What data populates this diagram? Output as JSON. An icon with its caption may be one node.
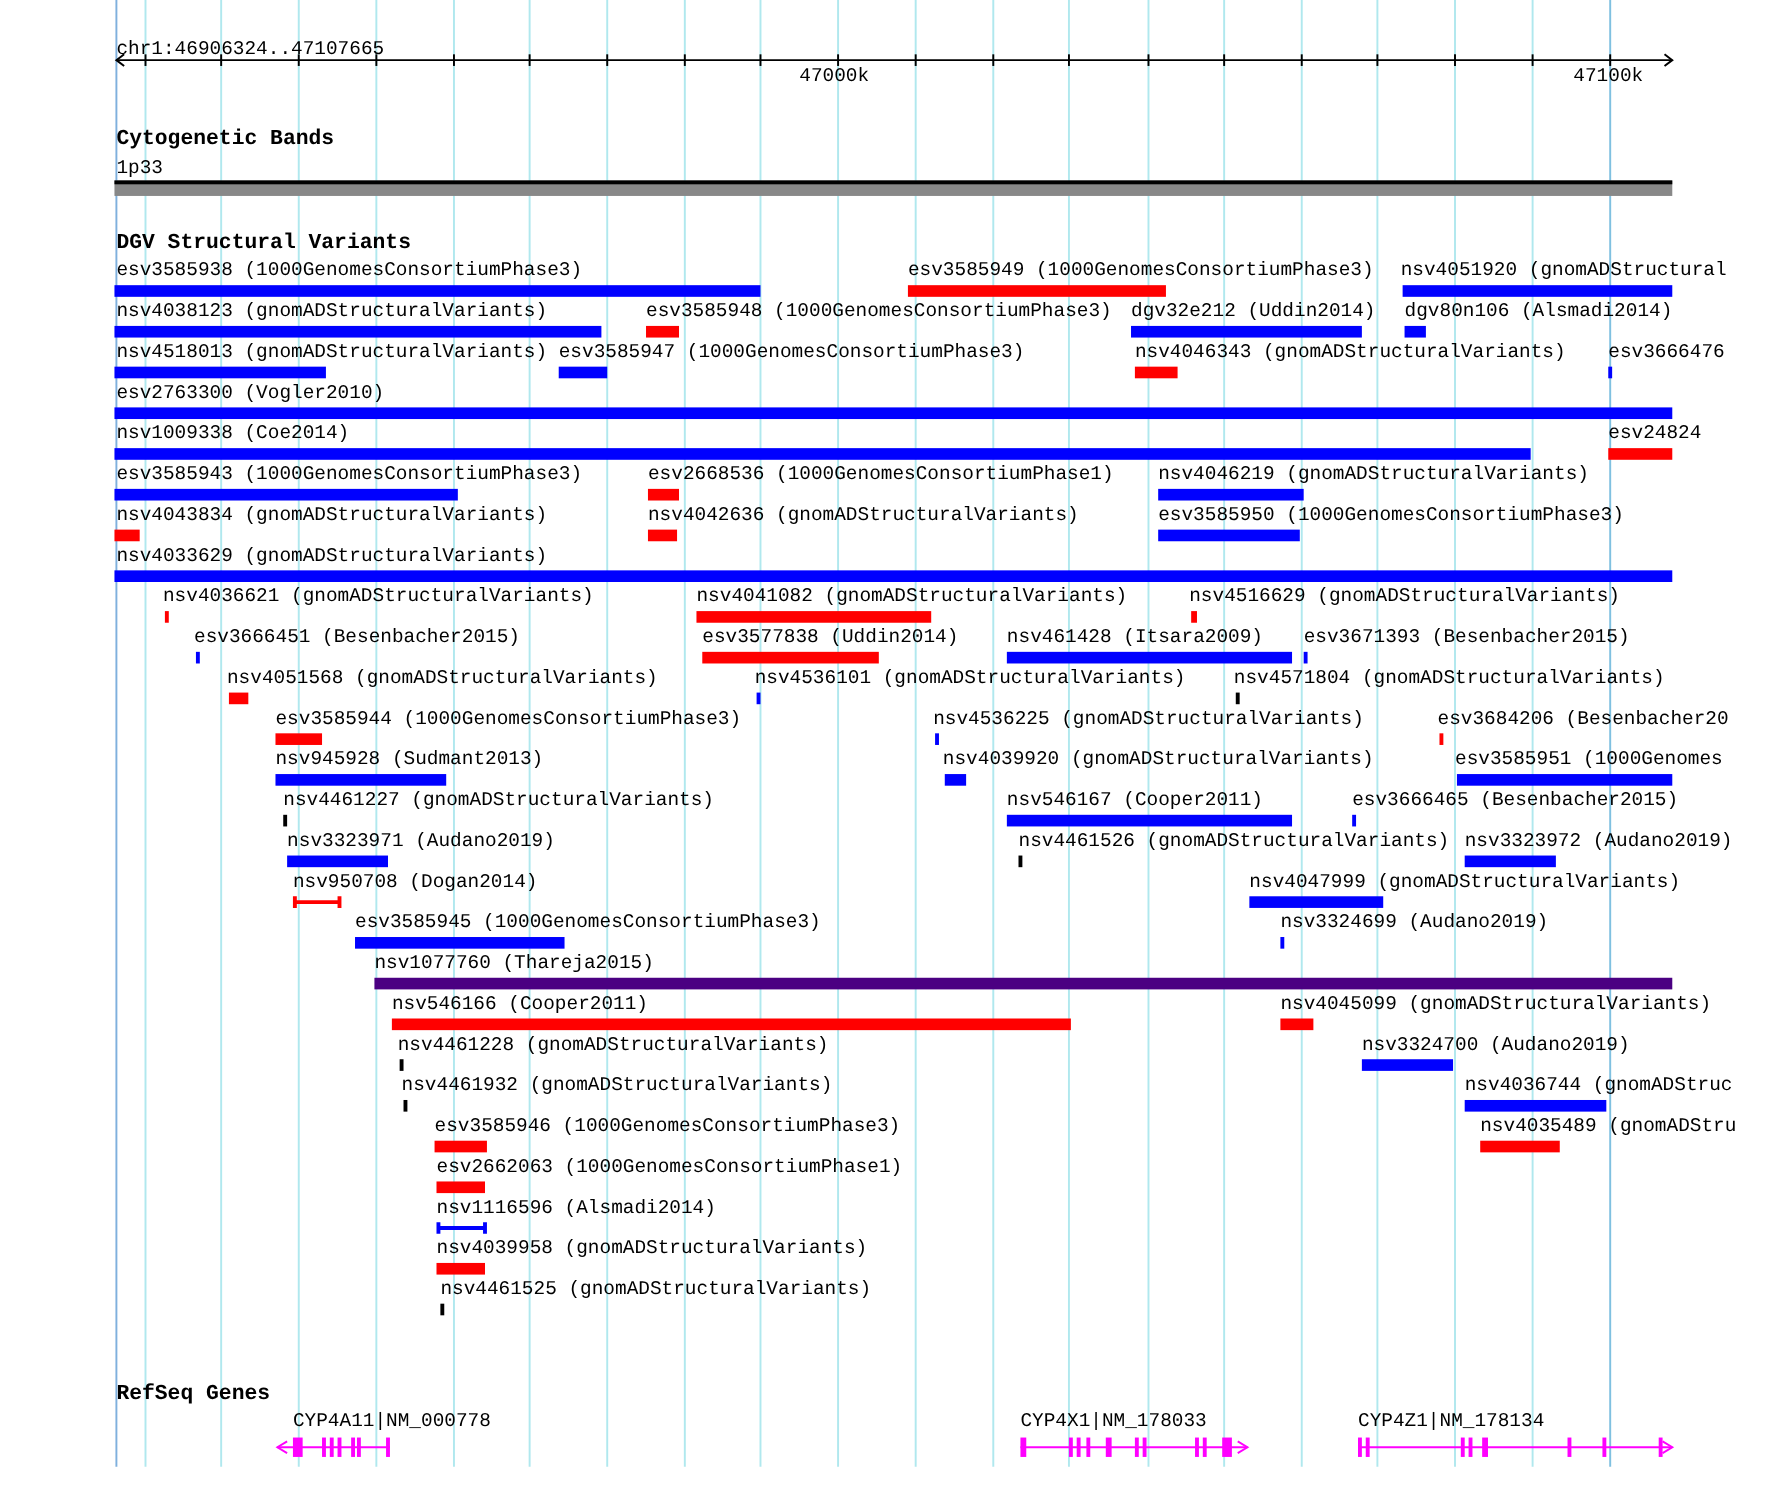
{
  "diagram": {
    "nodes": [
      {
        "text": [
          "1p33"
        ]
      },
      {
        "text": [
          "esv3585938 (1000GenomesConsortiumPhase3)"
        ]
      },
      {
        "text": [
          "esv3585949 (1000GenomesConsortiumPhase3)"
        ]
      },
      {
        "text": [
          "nsv4051920 (gnomADStructural"
        ]
      },
      {
        "text": [
          "nsv4038123 (gnomADStructuralVariants)"
        ]
      },
      {
        "text": [
          "esv3585948 (1000GenomesConsortiumPhase3)"
        ]
      },
      {
        "text": [
          "dgv32e212 (Uddin2014)"
        ]
      },
      {
        "text": [
          "dgv80n106 (Alsmadi2014)"
        ]
      },
      {
        "text": [
          "nsv4518013 (gnomADStructuralVariants)"
        ]
      },
      {
        "text": [
          "esv3585947 (1000GenomesConsortiumPhase3)"
        ]
      },
      {
        "text": [
          "nsv4046343 (gnomADStructuralVariants)"
        ]
      },
      {
        "text": [
          "esv3666476"
        ]
      },
      {
        "text": [
          "esv2763300 (Vogler2010)"
        ]
      },
      {
        "text": [
          "nsv1009338 (Coe2014)"
        ]
      },
      {
        "text": [
          "esv24824"
        ]
      },
      {
        "text": [
          "esv3585943 (1000GenomesConsortiumPhase3)"
        ]
      },
      {
        "text": [
          "esv2668536 (1000GenomesConsortiumPhase1)"
        ]
      },
      {
        "text": [
          "nsv4046219 (gnomADStructuralVariants)"
        ]
      },
      {
        "text": [
          "nsv4043834 (gnomADStructuralVariants)"
        ]
      },
      {
        "text": [
          "nsv4042636 (gnomADStructuralVariants)"
        ]
      },
      {
        "text": [
          "esv3585950 (1000GenomesConsortiumPhase3)"
        ]
      },
      {
        "text": [
          "nsv4033629 (gnomADStructuralVariants)"
        ]
      },
      {
        "text": [
          "nsv4036621 (gnomADStructuralVariants)"
        ]
      },
      {
        "text": [
          "nsv4041082 (gnomADStructuralVariants)"
        ]
      },
      {
        "text": [
          "nsv4516629 (gnomADStructuralVariants)"
        ]
      },
      {
        "text": [
          "esv3666451 (Besenbacher2015)"
        ]
      },
      {
        "text": [
          "esv3577838 (Uddin2014)"
        ]
      },
      {
        "text": [
          "nsv461428 (Itsara2009)"
        ]
      },
      {
        "text": [
          "esv3671393 (Besenbacher2015)"
        ]
      },
      {
        "text": [
          "nsv4051568 (gnomADStructuralVariants)"
        ]
      },
      {
        "text": [
          "nsv4536101 (gnomADStructuralVariants)"
        ]
      },
      {
        "text": [
          "nsv4571804 (gnomADStructuralVariants)"
        ]
      },
      {
        "text": [
          "esv3585944 (1000GenomesConsortiumPhase3)"
        ]
      },
      {
        "text": [
          "nsv4536225 (gnomADStructuralVariants)"
        ]
      },
      {
        "text": [
          "esv3684206 (Besenbacher20"
        ]
      },
      {
        "text": [
          "nsv945928 (Sudmant2013)"
        ]
      },
      {
        "text": [
          "nsv4039920 (gnomADStructuralVariants)"
        ]
      },
      {
        "text": [
          "esv3585951 (1000Genomes"
        ]
      },
      {
        "text": [
          "nsv4461227 (gnomADStructuralVariants)"
        ]
      },
      {
        "text": [
          "nsv546167 (Cooper2011)"
        ]
      },
      {
        "text": [
          "esv3666465 (Besenbacher2015)"
        ]
      },
      {
        "text": [
          "nsv3323971 (Audano2019)"
        ]
      },
      {
        "text": [
          "nsv4461526 (gnomADStructuralVariants)"
        ]
      },
      {
        "text": [
          "nsv3323972 (Audano2019)"
        ]
      },
      {
        "text": [
          "nsv950708 (Dogan2014)"
        ]
      },
      {
        "text": [
          "nsv4047999 (gnomADStructuralVariants)"
        ]
      },
      {
        "text": [
          "esv3585945 (1000GenomesConsortiumPhase3)"
        ]
      },
      {
        "text": [
          "nsv3324699 (Audano2019)"
        ]
      },
      {
        "text": [
          "nsv1077760 (Thareja2015)"
        ]
      },
      {
        "text": [
          "nsv546166 (Cooper2011)"
        ]
      },
      {
        "text": [
          "nsv4045099 (gnomADStructuralVariants)"
        ]
      },
      {
        "text": [
          "nsv4461228 (gnomADStructuralVariants)"
        ]
      },
      {
        "text": [
          "nsv3324700 (Audano2019)"
        ]
      },
      {
        "text": [
          "nsv4461932 (gnomADStructuralVariants)"
        ]
      },
      {
        "text": [
          "nsv4036744 (gnomADStruc"
        ]
      },
      {
        "text": [
          "esv3585946 (1000GenomesConsortiumPhase3)"
        ]
      },
      {
        "text": [
          "nsv4035489 (gnomADStru"
        ]
      },
      {
        "text": [
          "esv2662063 (1000GenomesConsortiumPhase1)"
        ]
      },
      {
        "text": [
          "nsv1116596 (Alsmadi2014)"
        ]
      },
      {
        "text": [
          "nsv4039958 (gnomADStructuralVariants)"
        ]
      },
      {
        "text": [
          "nsv4461525 (gnomADStructuralVariants)"
        ]
      },
      {
        "text": [
          "CYP4A11|NM_000778"
        ]
      },
      {
        "text": [
          "CYP4X1|NM_178033"
        ]
      },
      {
        "text": [
          "CYP4Z1|NM_178134"
        ]
      }
    ],
    "labels": [
      "chr1:46906324..47107665",
      "47000k",
      "47100k",
      "Cytogenetic Bands",
      "DGV Structural Variants",
      "RefSeq Genes"
    ]
  }
}
